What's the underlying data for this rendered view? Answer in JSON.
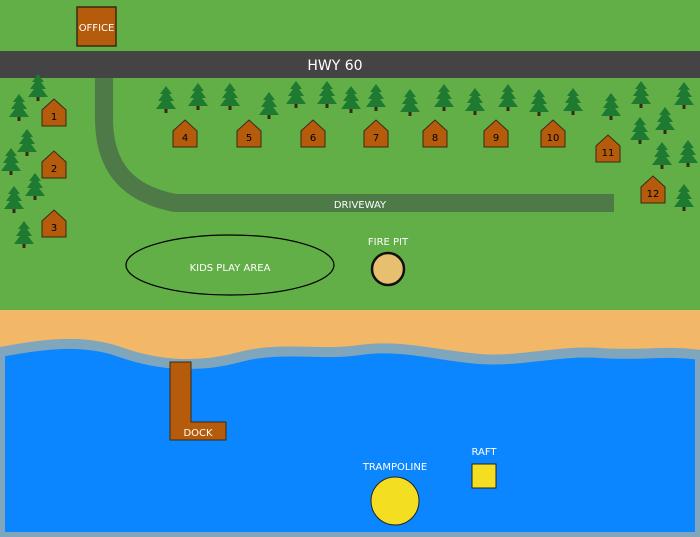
{
  "colors": {
    "grass": "#62ae47",
    "road": "#444444",
    "driveway": "#4d7a46",
    "sand": "#f2b867",
    "shore": "#7fa6bd",
    "water": "#0b86ff",
    "cabin": "#b55b0c",
    "tree": "#1f7a31",
    "fire_pit": "#e7c06f",
    "yellow": "#f3de22"
  },
  "labels": {
    "office": "OFFICE",
    "highway": "HWY 60",
    "driveway": "DRIVEWAY",
    "kids_play_area": "KIDS PLAY AREA",
    "fire_pit": "FIRE PIT",
    "dock": "DOCK",
    "trampoline": "TRAMPOLINE",
    "raft": "RAFT"
  },
  "cabins": [
    "1",
    "2",
    "3",
    "4",
    "5",
    "6",
    "7",
    "8",
    "9",
    "10",
    "11",
    "12"
  ]
}
